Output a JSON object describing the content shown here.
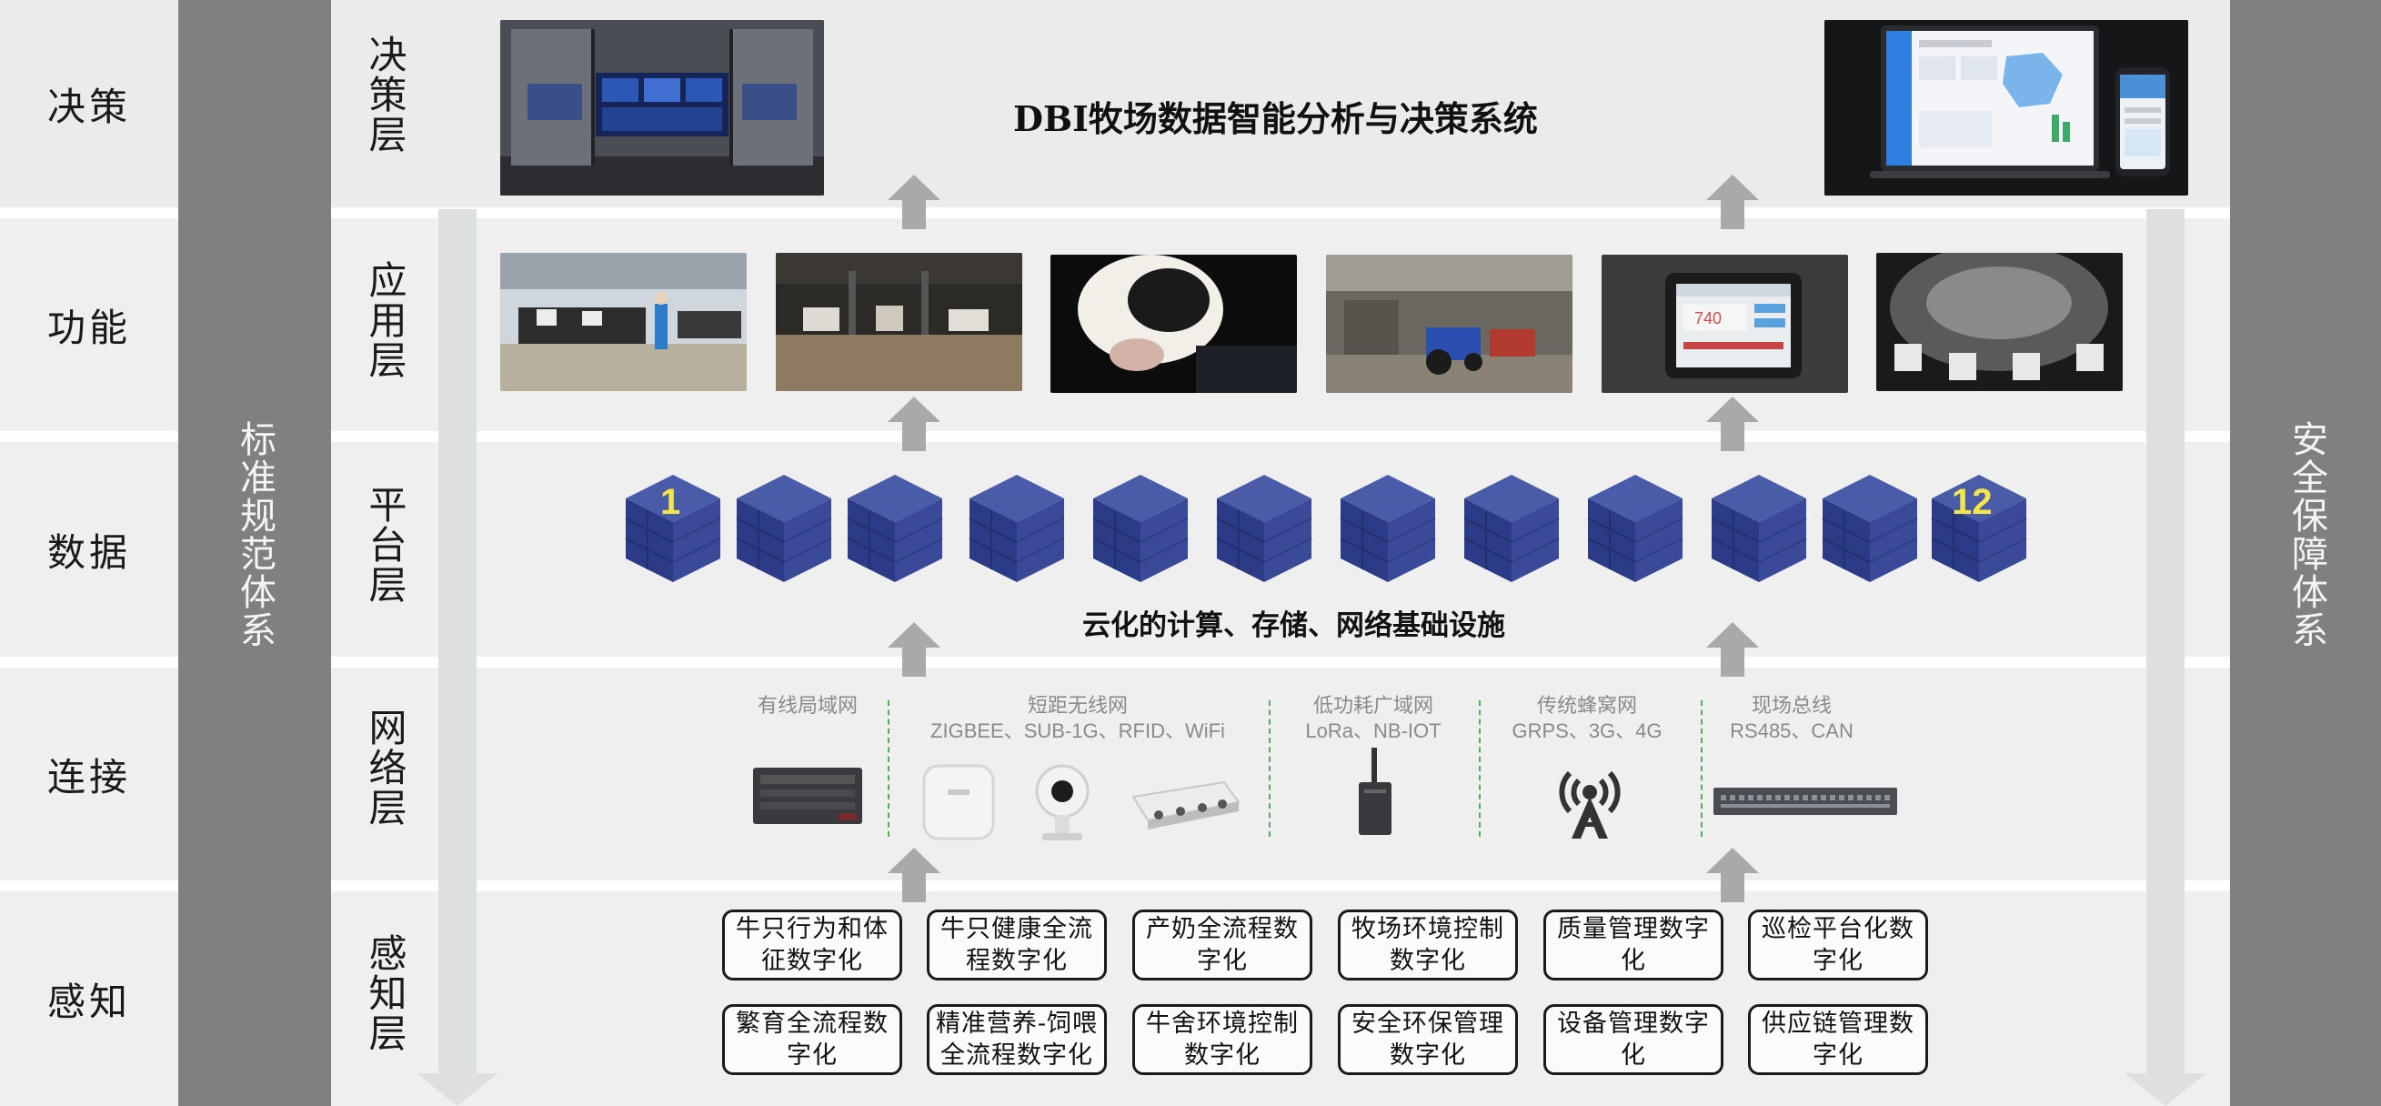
{
  "left_labels": [
    "决策",
    "功能",
    "数据",
    "连接",
    "感知"
  ],
  "left_pillar": "标准规范体系",
  "right_pillar": "安全保障体系",
  "layers": [
    "决策层",
    "应用层",
    "平台层",
    "网络层",
    "感知层"
  ],
  "decision_title": "DBI牧场数据智能分析与决策系统",
  "platform": {
    "server_first_label": "1",
    "server_last_label": "12",
    "caption": "云化的计算、存储、网络基础设施"
  },
  "network_groups": [
    {
      "title": "有线局域网",
      "subtitle": ""
    },
    {
      "title": "短距无线网",
      "subtitle": "ZIGBEE、SUB-1G、RFID、WiFi"
    },
    {
      "title": "低功耗广域网",
      "subtitle": "LoRa、NB-IOT"
    },
    {
      "title": "传统蜂窝网",
      "subtitle": "GRPS、3G、4G"
    },
    {
      "title": "现场总线",
      "subtitle": "RS485、CAN"
    }
  ],
  "tablet_reading": "740",
  "perception_items": [
    "牛只行为和体征数字化",
    "牛只健康全流程数字化",
    "产奶全流程数字化",
    "牧场环境控制数字化",
    "质量管理数字化",
    "巡检平台化数字化",
    "繁育全流程数字化",
    "精准营养-饲喂全流程数字化",
    "牛舍环境控制数字化",
    "安全环保管理数字化",
    "设备管理数字化",
    "供应链管理数字化"
  ],
  "colors": {
    "band_light": "#e9ecea",
    "band_grey": "#efefef",
    "pillar": "#808080",
    "server_blue": "#33448f",
    "dashed_divider": "#5aa85a"
  }
}
